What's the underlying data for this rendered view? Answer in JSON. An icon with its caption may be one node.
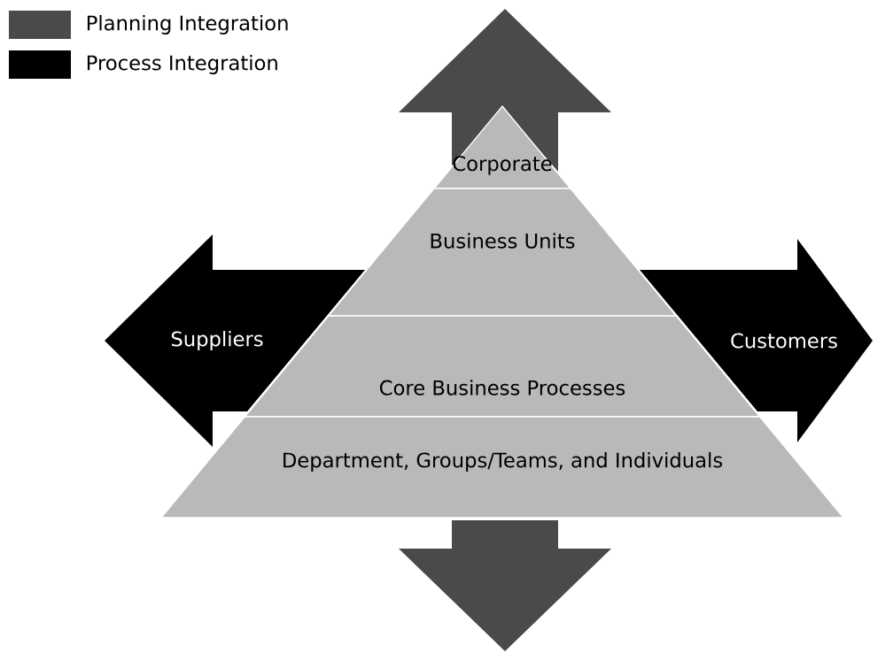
{
  "diagram": {
    "nodes": [
      {
        "text": [],
        "shape": "arrow"
      },
      {
        "text": [
          "Suppliers"
        ]
      },
      {
        "text": [
          "Customers"
        ]
      },
      {
        "text": [
          "Corporate"
        ]
      },
      {
        "text": [
          "Business Units"
        ]
      },
      {
        "text": [
          "Core Business Processes"
        ]
      },
      {
        "text": [
          "Department, Groups/Teams, and Individuals"
        ]
      },
      {
        "text": [],
        "shape": "arrow"
      }
    ],
    "legend": [
      {
        "text": "Planning Integration",
        "color": "#4a4a4a"
      },
      {
        "text": "Process Integration",
        "color": "#000000"
      }
    ]
  }
}
